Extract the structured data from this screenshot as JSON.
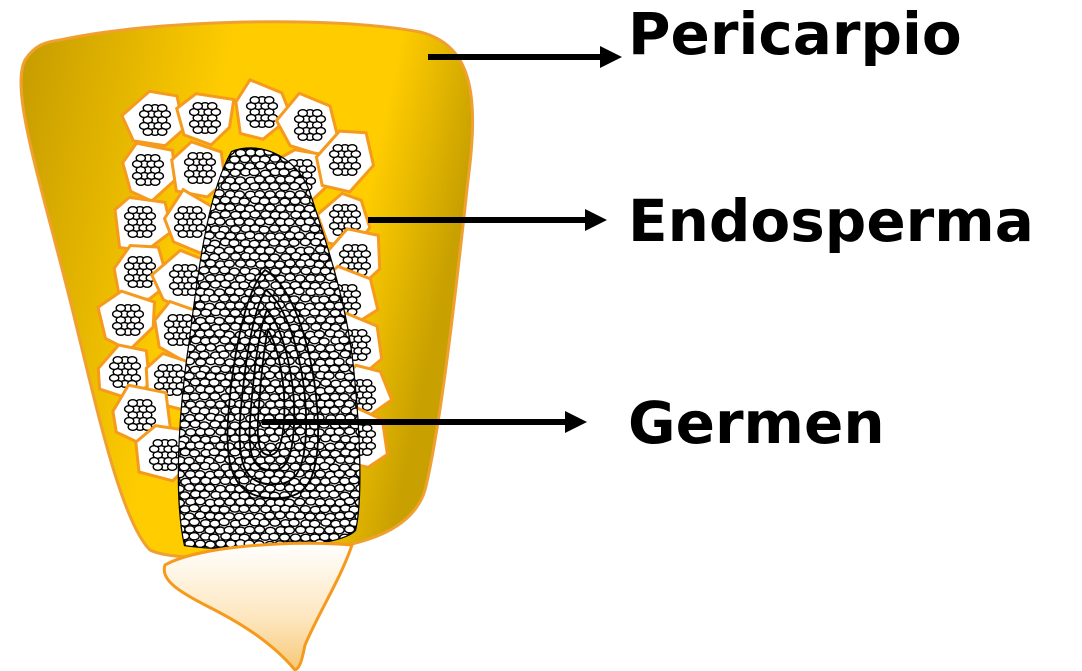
{
  "labels": {
    "pericarpio": "Pericarpio",
    "endosperma": "Endosperma",
    "germen": "Germen"
  },
  "colors": {
    "pericarp_light": "#ffcc00",
    "pericarp_dark": "#c9a000",
    "cell_wall": "#f59a1c",
    "tip_light": "#ffffff",
    "tip_dark": "#f7c878",
    "arrow": "#000000"
  }
}
